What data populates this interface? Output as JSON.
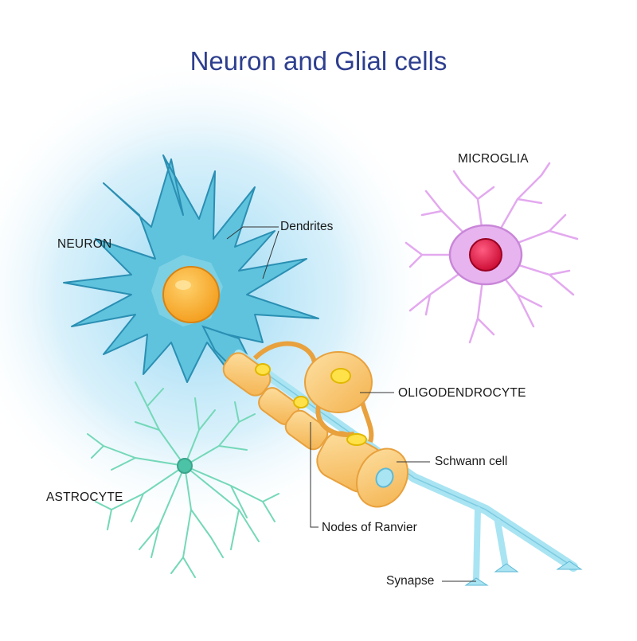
{
  "title": "Neuron and Glial cells",
  "labels": {
    "neuron": "NEURON",
    "dendrites": "Dendrites",
    "microglia": "MICROGLIA",
    "oligodendrocyte": "OLIGODENDROCYTE",
    "schwann_cell": "Schwann cell",
    "astrocyte": "ASTROCYTE",
    "nodes_of_ranvier": "Nodes of Ranvier",
    "synapse": "Synapse"
  },
  "colors": {
    "title": "#2e3f8f",
    "neuron_body": "#5fc3dd",
    "neuron_outline": "#2a8fb3",
    "nucleus": "#f6a623",
    "microglia": "#e7b4f0",
    "microglia_nucleus": "#e0174f",
    "astrocyte": "#7fdcc0",
    "myelin": "#f9c26a",
    "axon": "#a9e4f3",
    "background_glow": "#a4dcf4"
  }
}
